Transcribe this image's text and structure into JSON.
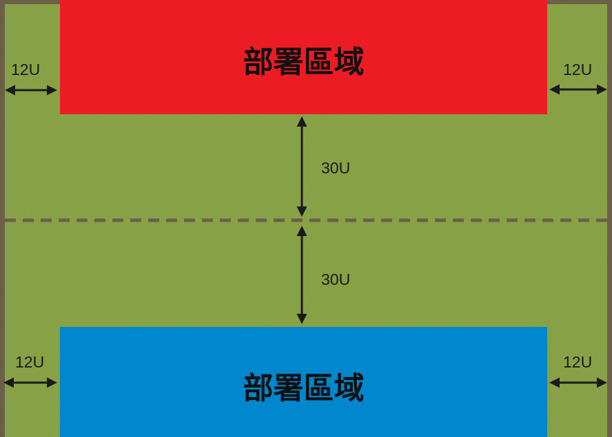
{
  "colors": {
    "border": "#6b5f4a",
    "field": "#7f9a3b",
    "red_zone": "#ed1c24",
    "blue_zone": "#0087cd",
    "arrow": "#1a1a1a",
    "centerline": "#6b5f4a"
  },
  "zones": {
    "red": {
      "label": "部署區域"
    },
    "blue": {
      "label": "部署區域"
    }
  },
  "measurements": {
    "red_left_gap": "12U",
    "red_right_gap": "12U",
    "red_to_center": "30U",
    "center_to_blue": "30U",
    "blue_left_gap": "12U",
    "blue_right_gap": "12U"
  }
}
